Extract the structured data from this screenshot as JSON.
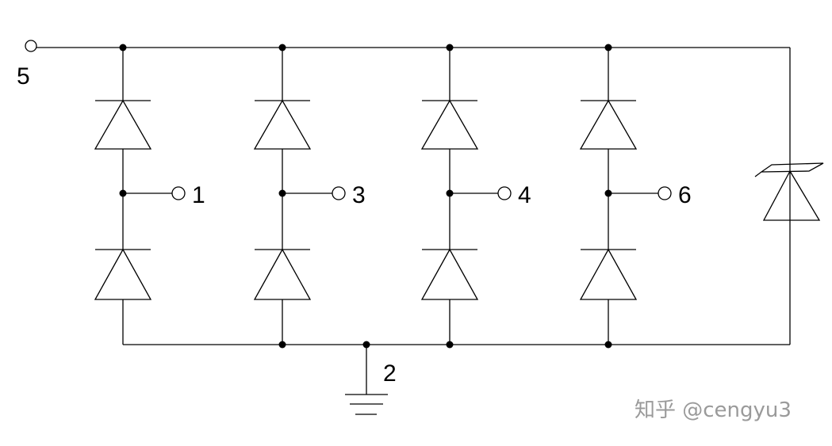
{
  "diagram": {
    "title": "Diode array with TVS (zener) clamp",
    "pins": {
      "common_anode_top": "5",
      "ground": "2",
      "io": [
        "1",
        "3",
        "4",
        "6"
      ]
    },
    "components": {
      "diode_pairs": 4,
      "zener_clamp": 1
    }
  },
  "watermark": "知乎 @cengyu3"
}
